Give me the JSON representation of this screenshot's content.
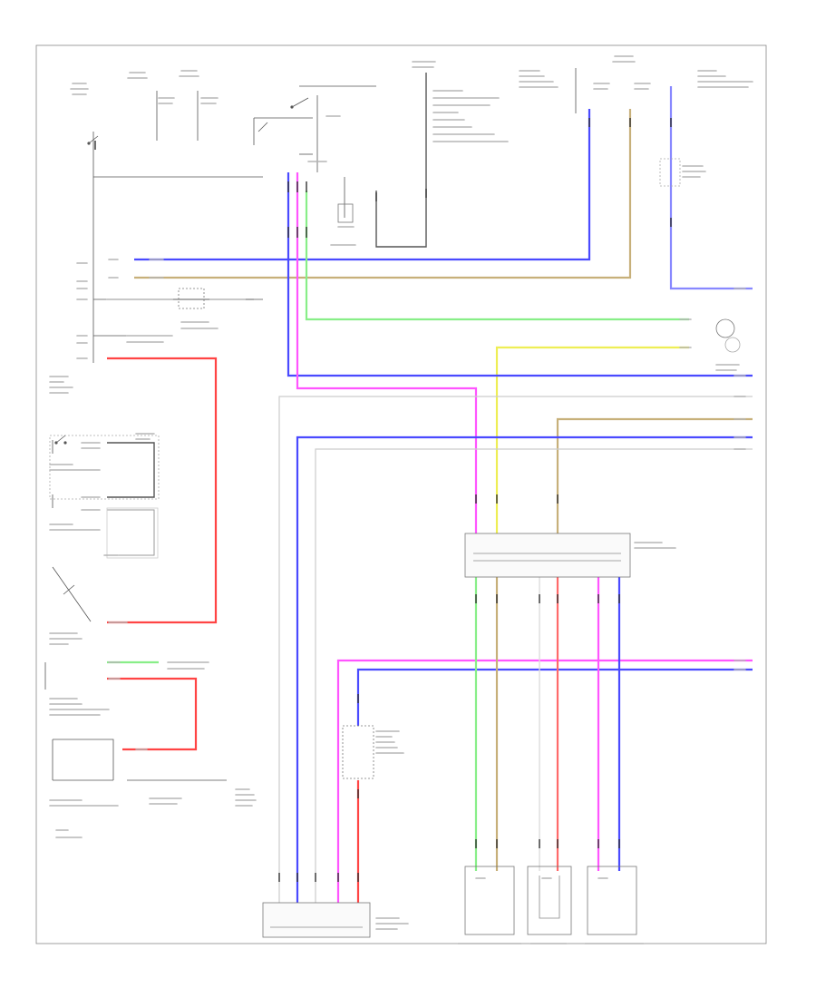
{
  "diagram": {
    "footer_code": "",
    "colors": {
      "blue": "#4a4aff",
      "tan": "#c7b07a",
      "green": "#88ee88",
      "yellow": "#eeee55",
      "pink": "#ff55ff",
      "red": "#ff4444",
      "light_blue": "#8888ff",
      "gray": "#bbbbbb",
      "line": "#555555"
    },
    "wires": [
      {
        "id": "blu-top",
        "color": "blue"
      },
      {
        "id": "tan-top",
        "color": "tan"
      },
      {
        "id": "grn",
        "color": "green"
      },
      {
        "id": "yel",
        "color": "yellow"
      },
      {
        "id": "pnk-main",
        "color": "pink"
      },
      {
        "id": "blu-mid",
        "color": "blue"
      },
      {
        "id": "tan-mid",
        "color": "tan"
      },
      {
        "id": "red-left",
        "color": "red"
      },
      {
        "id": "red-lower",
        "color": "red"
      },
      {
        "id": "pnk-lower",
        "color": "pink"
      },
      {
        "id": "blu-lower",
        "color": "blue"
      }
    ],
    "components": [
      {
        "id": "ignition-switch"
      },
      {
        "id": "hazard-switch"
      },
      {
        "id": "headlight-dimmer-switch"
      },
      {
        "id": "combination-meter"
      },
      {
        "id": "stop-light-switch"
      },
      {
        "id": "brake-switch"
      },
      {
        "id": "junction-connector-mid"
      },
      {
        "id": "junction-connector-bottom"
      },
      {
        "id": "front-speed-sensor-lh"
      },
      {
        "id": "yaw-rate-sensor"
      },
      {
        "id": "front-speed-sensor-rh"
      },
      {
        "id": "abs-actuator"
      }
    ]
  }
}
